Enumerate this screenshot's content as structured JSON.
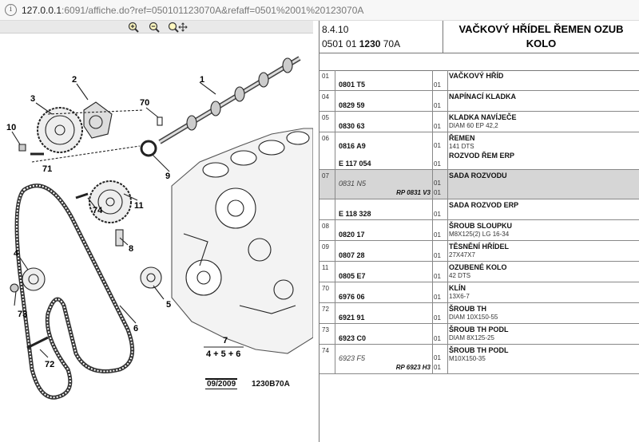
{
  "browser": {
    "url_host": "127.0.0.1",
    "url_rest": ":6091/affiche.do?ref=050101123070A&refaff=0501%2001%20123070A"
  },
  "toolbar": {
    "zoom_in_icon": "zoom-in-icon",
    "zoom_out_icon": "zoom-out-icon",
    "zoom_move_icon": "zoom-pan-icon"
  },
  "diagram": {
    "callouts": [
      "1",
      "2",
      "3",
      "70",
      "10",
      "71",
      "9",
      "74",
      "11",
      "8",
      "4",
      "73",
      "5",
      "6",
      "72",
      "7"
    ],
    "formula": "4 + 5 + 6",
    "date_stamp": "09/2009",
    "ref_stamp": "1230B70A"
  },
  "header": {
    "line1": "8.4.10",
    "line2_pre": "0501 01 ",
    "line2_bold": "1230",
    "line2_post": " 70A",
    "title": "VAČKOVÝ HŘÍDEL ŘEMEN OZUB KOLO"
  },
  "rows": [
    {
      "num": "01",
      "code": "0801 T5",
      "qty": "01",
      "name": "VAČKOVÝ HŘÍD",
      "desc": ""
    },
    {
      "num": "04",
      "code": "0829 59",
      "qty": "01",
      "name": "NAPÍNACÍ KLADKA",
      "desc": ""
    },
    {
      "num": "05",
      "code": "0830 63",
      "qty": "01",
      "name": "KLADKA NAVÍJEČE",
      "desc": "DIAM 60 EP 42,2"
    },
    {
      "num": "06",
      "code": "0816 A9",
      "qty": "01",
      "name": "ŘEMEN",
      "desc": "141 DTS",
      "code2": "E 117 054",
      "qty2": "01",
      "name2": "ROZVOD ŘEM ERP"
    },
    {
      "num": "07",
      "code": "0831 N5",
      "rp": "RP 0831 V3",
      "qty": "01",
      "qty_b": "01",
      "name": "SADA ROZVODU",
      "desc": ""
    },
    {
      "num": "",
      "code": "E 118 328",
      "qty": "01",
      "name": "SADA ROZVOD ERP",
      "desc": ""
    },
    {
      "num": "08",
      "code": "0820 17",
      "qty": "01",
      "name": "ŠROUB SLOUPKU",
      "desc": "M8X125(2) LG 16-34"
    },
    {
      "num": "09",
      "code": "0807 28",
      "qty": "01",
      "name": "TĚSNĚNÍ HŘÍDEL",
      "desc": "27X47X7"
    },
    {
      "num": "11",
      "code": "0805 E7",
      "qty": "01",
      "name": "OZUBENÉ KOLO",
      "desc": "42 DTS"
    },
    {
      "num": "70",
      "code": "6976 06",
      "qty": "01",
      "name": "KLÍN",
      "desc": "13X6-7"
    },
    {
      "num": "72",
      "code": "6921 91",
      "qty": "01",
      "name": "ŠROUB TH",
      "desc": "DIAM 10X150-55"
    },
    {
      "num": "73",
      "code": "6923 C0",
      "qty": "01",
      "name": "ŠROUB TH PODL",
      "desc": "DIAM 8X125-25"
    },
    {
      "num": "74",
      "code": "6923 F5",
      "rp": "RP 6923 H3",
      "qty": "01",
      "qty_b": "01",
      "name": "ŠROUB TH PODL",
      "desc": "M10X150-35"
    }
  ]
}
